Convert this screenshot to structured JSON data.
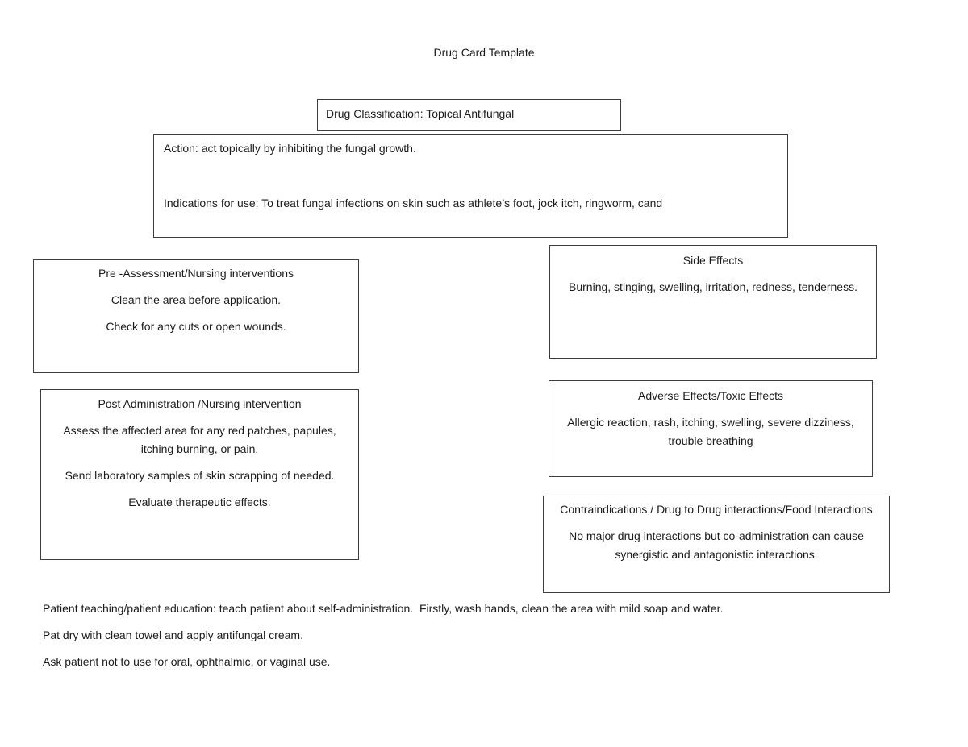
{
  "page": {
    "title": "Drug Card Template"
  },
  "boxes": {
    "classification": {
      "text": "Drug Classification: Topical Antifungal"
    },
    "action": {
      "action_text": "Action: act topically by inhibiting the fungal growth.",
      "indications_text": "Indications for use: To treat fungal infections on skin such as athlete’s foot, jock itch, ringworm, cand"
    },
    "pre_assessment": {
      "title": "Pre -Assessment/Nursing interventions",
      "lines": [
        "Clean the area before application.",
        "Check for any cuts or open wounds."
      ]
    },
    "side_effects": {
      "title": "Side Effects",
      "body": "Burning, stinging, swelling, irritation, redness, tenderness."
    },
    "post_administration": {
      "title": "Post Administration /Nursing intervention",
      "lines": [
        "Assess the affected area for any red patches, papules, itching burning, or pain.",
        "Send laboratory samples of skin scrapping of needed.",
        "Evaluate therapeutic effects."
      ]
    },
    "adverse_effects": {
      "title": "Adverse Effects/Toxic Effects",
      "body": "Allergic reaction, rash, itching, swelling, severe dizziness, trouble breathing"
    },
    "contraindications": {
      "title": "Contraindications / Drug to Drug interactions/Food Interactions",
      "body": "No major drug interactions but co-administration can cause synergistic and antagonistic interactions."
    }
  },
  "patient_teaching": {
    "lines": [
      "Patient teaching/patient education: teach patient about self-administration.  Firstly, wash hands, clean the area with mild soap and water.",
      "Pat dry with clean towel and apply antifungal cream.",
      "Ask patient not to use for oral, ophthalmic, or vaginal use."
    ]
  },
  "colors": {
    "border": "#3d3d3d",
    "text": "#1b1b1b",
    "background": "#ffffff"
  }
}
